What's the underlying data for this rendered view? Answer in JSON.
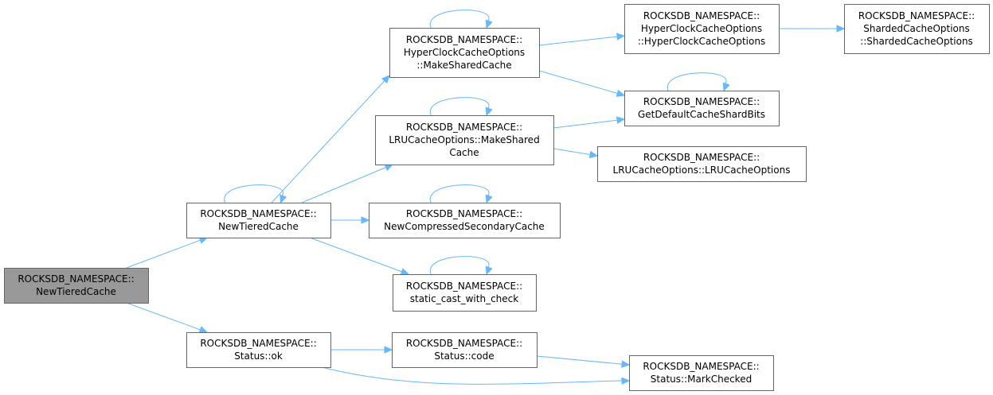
{
  "diagram": {
    "nodes": [
      {
        "id": "root",
        "lines": [
          "ROCKSDB_NAMESPACE::",
          "NewTieredCache"
        ],
        "root": true
      },
      {
        "id": "ntc2",
        "lines": [
          "ROCKSDB_NAMESPACE::",
          "NewTieredCache"
        ]
      },
      {
        "id": "statusok",
        "lines": [
          "ROCKSDB_NAMESPACE::",
          "Status::ok"
        ]
      },
      {
        "id": "hcmake",
        "lines": [
          "ROCKSDB_NAMESPACE::",
          "HyperClockCacheOptions",
          "::MakeSharedCache"
        ]
      },
      {
        "id": "lrumake",
        "lines": [
          "ROCKSDB_NAMESPACE::",
          "LRUCacheOptions::MakeShared",
          "Cache"
        ]
      },
      {
        "id": "ncsc",
        "lines": [
          "ROCKSDB_NAMESPACE::",
          "NewCompressedSecondaryCache"
        ]
      },
      {
        "id": "scwc",
        "lines": [
          "ROCKSDB_NAMESPACE::",
          "static_cast_with_check"
        ]
      },
      {
        "id": "statcode",
        "lines": [
          "ROCKSDB_NAMESPACE::",
          "Status::code"
        ]
      },
      {
        "id": "hcctor",
        "lines": [
          "ROCKSDB_NAMESPACE::",
          "HyperClockCacheOptions",
          "::HyperClockCacheOptions"
        ]
      },
      {
        "id": "gdcsb",
        "lines": [
          "ROCKSDB_NAMESPACE::",
          "GetDefaultCacheShardBits"
        ]
      },
      {
        "id": "lructor",
        "lines": [
          "ROCKSDB_NAMESPACE::",
          "LRUCacheOptions::LRUCacheOptions"
        ]
      },
      {
        "id": "shctor",
        "lines": [
          "ROCKSDB_NAMESPACE::",
          "ShardedCacheOptions",
          "::ShardedCacheOptions"
        ]
      },
      {
        "id": "markcheck",
        "lines": [
          "ROCKSDB_NAMESPACE::",
          "Status::MarkChecked"
        ]
      }
    ],
    "edges": [
      {
        "from": "root",
        "to": "ntc2"
      },
      {
        "from": "root",
        "to": "statusok"
      },
      {
        "from": "ntc2",
        "to": "ntc2"
      },
      {
        "from": "ntc2",
        "to": "hcmake"
      },
      {
        "from": "ntc2",
        "to": "lrumake"
      },
      {
        "from": "ntc2",
        "to": "ncsc"
      },
      {
        "from": "ntc2",
        "to": "scwc"
      },
      {
        "from": "hcmake",
        "to": "hcmake"
      },
      {
        "from": "hcmake",
        "to": "hcctor"
      },
      {
        "from": "hcmake",
        "to": "gdcsb"
      },
      {
        "from": "lrumake",
        "to": "lrumake"
      },
      {
        "from": "lrumake",
        "to": "gdcsb"
      },
      {
        "from": "lrumake",
        "to": "lructor"
      },
      {
        "from": "ncsc",
        "to": "ncsc"
      },
      {
        "from": "scwc",
        "to": "scwc"
      },
      {
        "from": "gdcsb",
        "to": "gdcsb"
      },
      {
        "from": "hcctor",
        "to": "shctor"
      },
      {
        "from": "statusok",
        "to": "statcode"
      },
      {
        "from": "statusok",
        "to": "markcheck"
      },
      {
        "from": "statcode",
        "to": "markcheck"
      }
    ],
    "colors": {
      "edge": "#63b8ff",
      "border": "#666666",
      "root_fill": "#999999"
    }
  }
}
